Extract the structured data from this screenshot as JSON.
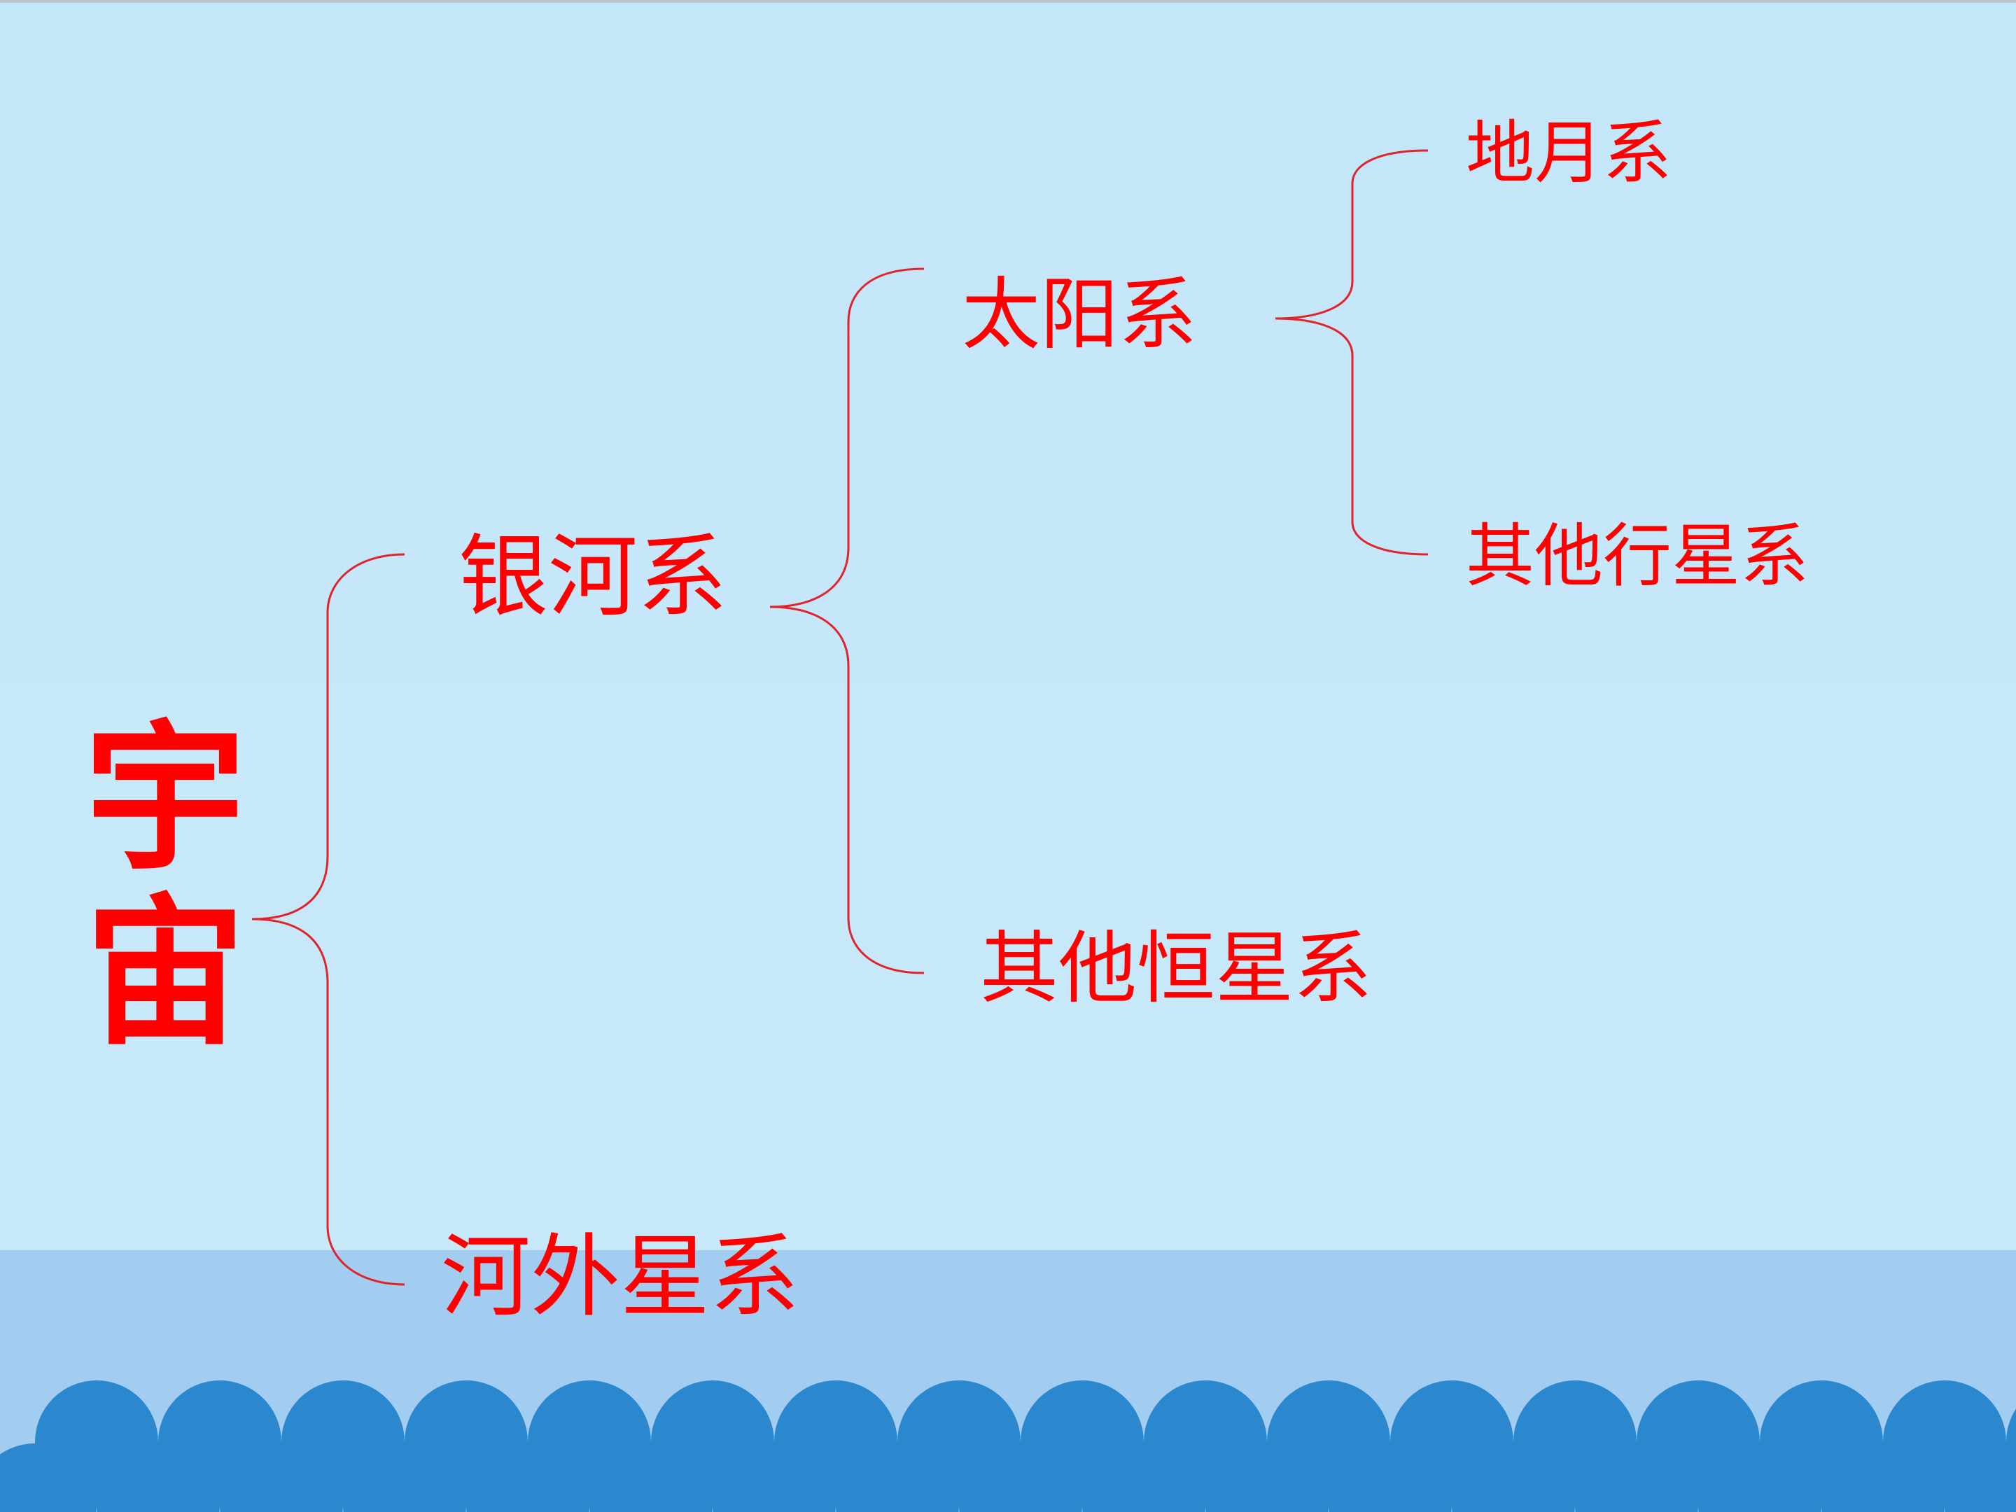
{
  "diagram": {
    "root": "宇宙",
    "level1": {
      "milky_way": "银河系",
      "extragalactic": "河外星系"
    },
    "level2": {
      "solar_system": "太阳系",
      "other_stellar_systems": "其他恒星系"
    },
    "level3": {
      "earth_moon_system": "地月系",
      "other_planetary_systems": "其他行星系"
    }
  },
  "colors": {
    "text": "#ff0000",
    "line": "#e0242a",
    "background": "#c6e8f9",
    "band": "#a2cdf0",
    "wave": "#2b88cf"
  }
}
